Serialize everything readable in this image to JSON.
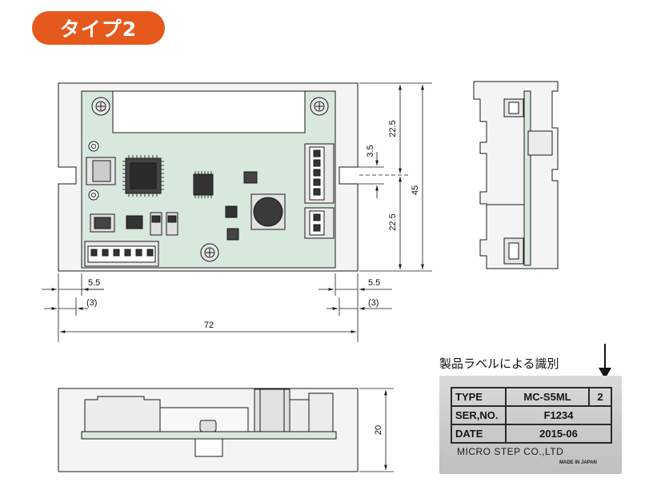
{
  "header": {
    "type_badge": "タイプ2"
  },
  "dimensions": {
    "top_half": "22.5",
    "slot_width": "3.5",
    "bottom_half": "22.5",
    "height": "45",
    "left_edge": "5.5",
    "left_hole": "(3)",
    "right_edge": "5.5",
    "right_hole": "(3)",
    "width": "72",
    "thickness": "20"
  },
  "product_label": {
    "caption": "製品ラベルによる識別",
    "rows": [
      {
        "field": "TYPE",
        "value": "MC-S5ML",
        "extra": "2"
      },
      {
        "field": "SER,NO.",
        "value": "F1234"
      },
      {
        "field": "DATE",
        "value": "2015-06"
      }
    ],
    "manufacturer": "MICRO STEP CO.,LTD",
    "origin": "MADE IN JAPAN"
  },
  "colors": {
    "badge": "#e55a1c",
    "board": "#d9e8dc",
    "housing": "#f4f4f4",
    "line": "#1a1a1a"
  }
}
